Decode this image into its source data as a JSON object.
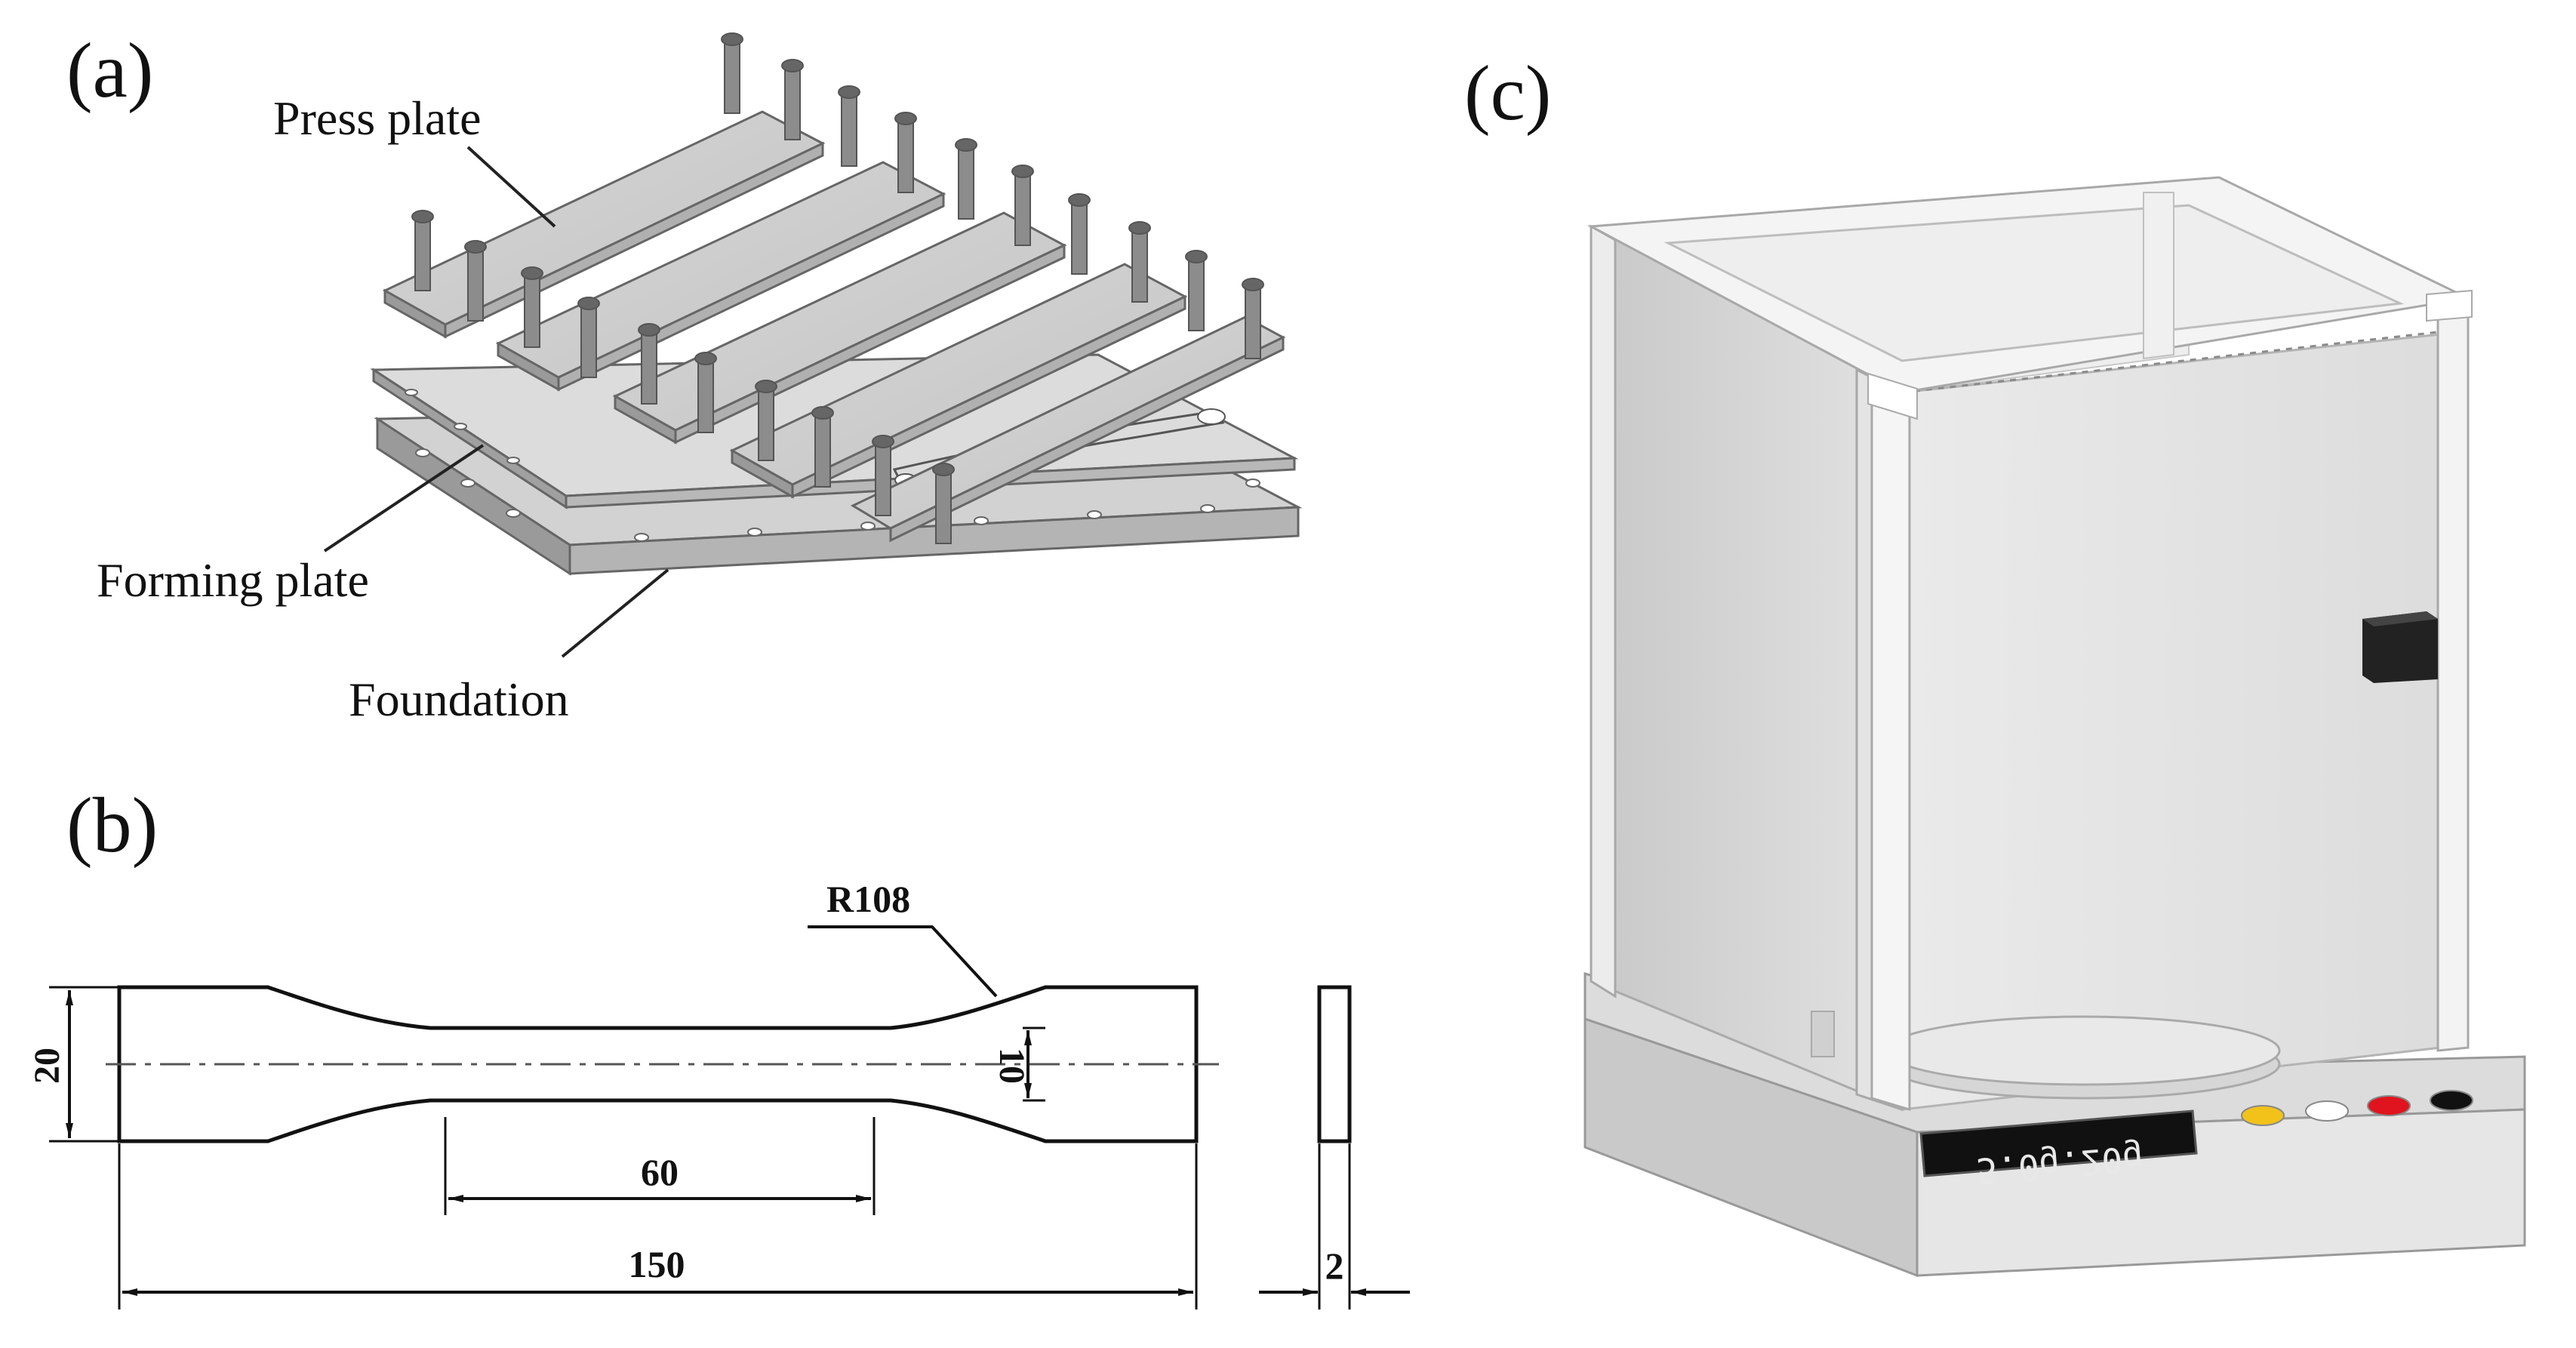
{
  "panels": {
    "a": {
      "label": "(a)",
      "callouts": {
        "press_plate": "Press plate",
        "forming_plate": "Forming plate",
        "foundation": "Foundation"
      }
    },
    "b": {
      "label": "(b)",
      "dimensions": {
        "radius": "R108",
        "height": "20",
        "narrow_width": "10",
        "gauge_length": "60",
        "total_length": "150",
        "thickness": "2"
      }
    },
    "c": {
      "label": "(c)",
      "display_value": "5.0g.20g",
      "buttons": [
        "#f2c21b",
        "#ffffff",
        "#e0141e",
        "#111111"
      ]
    }
  }
}
